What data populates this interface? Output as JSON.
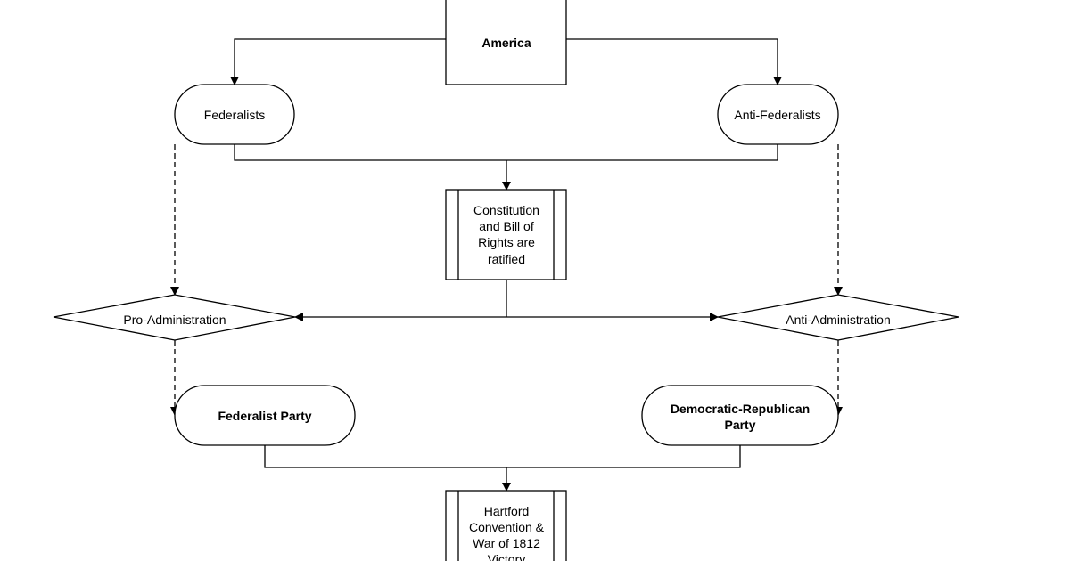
{
  "nodes": {
    "america": {
      "label": "America"
    },
    "federalists": {
      "label": "Federalists"
    },
    "anti_federalists": {
      "label": "Anti-Federalists"
    },
    "constitution": {
      "lines": [
        "Constitution",
        "and Bill of",
        "Rights are",
        "ratified"
      ]
    },
    "pro_administration": {
      "label": "Pro-Administration"
    },
    "anti_administration": {
      "label": "Anti-Administration"
    },
    "federalist_party": {
      "label": "Federalist Party"
    },
    "democratic_republican_party": {
      "lines": [
        "Democratic-Republican",
        "Party"
      ]
    },
    "hartford": {
      "lines": [
        "Hartford",
        "Convention &",
        "War of 1812",
        "Victory"
      ]
    }
  },
  "colors": {
    "stroke": "#000000",
    "fill": "#ffffff"
  }
}
